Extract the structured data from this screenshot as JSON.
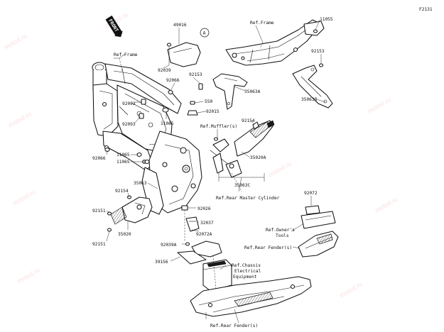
{
  "diagram": {
    "sheet_code": "F2131",
    "front_badge": "FRONT",
    "callout_letter": "A",
    "watermark_text": "motod.ru",
    "labels": {
      "l_49016": "49016",
      "l_92039": "92039",
      "l_ref_frame_left": "Ref.Frame",
      "l_92066_top": "92066",
      "l_92153_mid": "92153",
      "l_92093_a": "92093",
      "l_92093_b": "92093",
      "l_11065_mid": "11065",
      "l_550": "550",
      "l_92015": "92015",
      "l_35063a": "35063A",
      "l_ref_frame_top": "Ref.Frame",
      "l_11055": "11055",
      "l_92153_right": "92153",
      "l_35063b": "35063B",
      "l_ref_muffler": "Ref.Muffler(s)",
      "l_92154_mid": "92154",
      "l_35020a": "35020A",
      "l_35063c": "35063C",
      "l_92066_left": "92066",
      "l_11065_a": "11065",
      "l_11065_b": "11065",
      "l_35063": "35063",
      "l_92154_left": "92154",
      "l_92151_a": "92151",
      "l_35020": "35020",
      "l_92151_b": "92151",
      "l_ref_rear_master": "Ref.Rear Master Cylinder",
      "l_92026": "92026",
      "l_32037": "32037",
      "l_92072a": "92072A",
      "l_92072": "92072",
      "l_ref_owners_1": "Ref.Owner's",
      "l_ref_owners_2": "Tools",
      "l_ref_rear_fender_right": "Ref.Rear Fender(s)",
      "l_92039a": "92039A",
      "l_39156": "39156",
      "l_ref_chassis_1": "Ref.Chassis",
      "l_ref_chassis_2": "Electrical",
      "l_ref_chassis_3": "Equipment",
      "l_ref_rear_fender_bottom": "Ref.Rear Fender(s)"
    }
  }
}
